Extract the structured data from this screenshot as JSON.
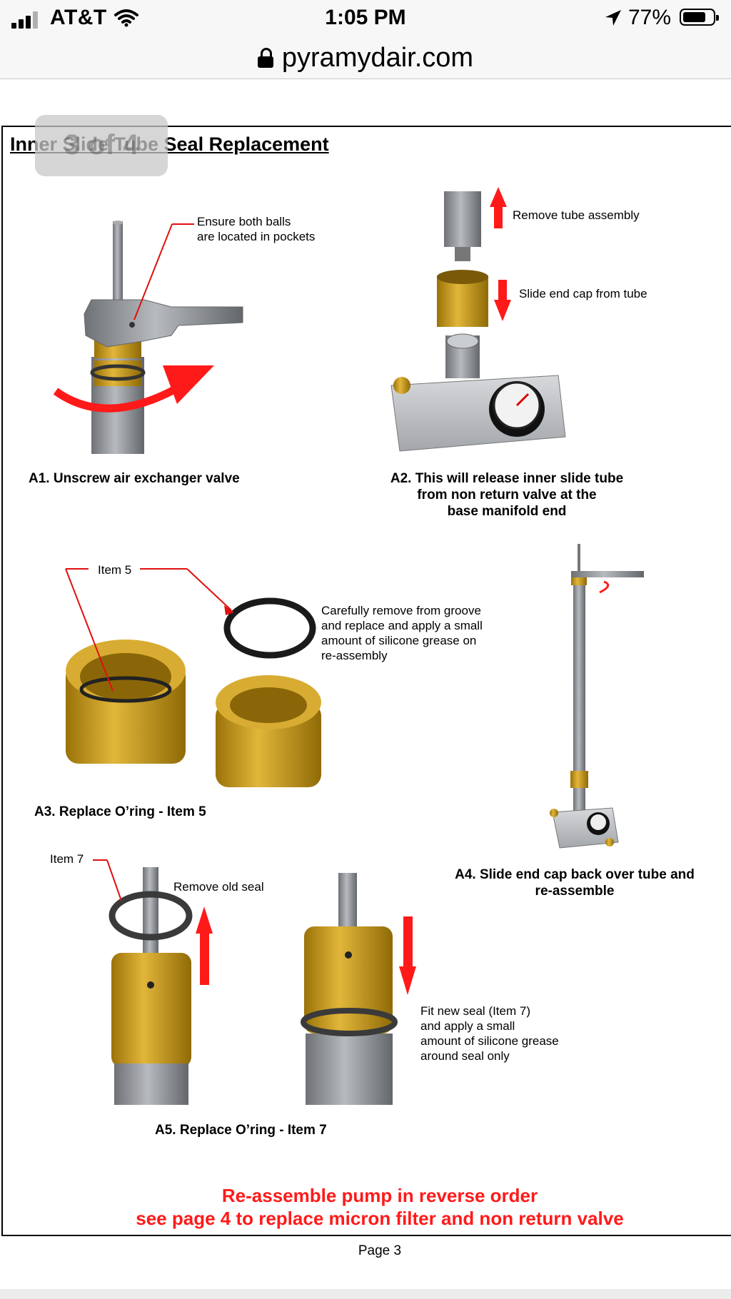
{
  "status_bar": {
    "carrier": "AT&T",
    "time": "1:05 PM",
    "battery": "77%",
    "battery_level": 0.77,
    "icons": [
      "signal-icon",
      "wifi-icon",
      "location-arrow-icon",
      "battery-icon"
    ]
  },
  "url_bar": {
    "domain": "pyramydair.com",
    "icon": "lock-icon"
  },
  "slide_indicator": "3 of 4",
  "document": {
    "title": "Inner Slide Tube Seal Replacement",
    "labels": {
      "ensure_balls": [
        "Ensure both balls",
        "are located in pockets"
      ],
      "remove_tube": "Remove tube assembly",
      "slide_end_cap": "Slide end cap from tube",
      "item5": "Item 5",
      "carefully_remove": [
        "Carefully remove from groove",
        "and replace and apply a small",
        "amount of silicone grease on",
        "re-assembly"
      ],
      "item7": "Item 7",
      "remove_old_seal": "Remove old seal",
      "fit_new_seal": [
        "Fit new seal (Item 7)",
        "and apply a small",
        "amount of silicone grease",
        "around seal only"
      ]
    },
    "captions": {
      "a1": "A1. Unscrew air exchanger valve",
      "a2": [
        "A2. This will release inner slide tube",
        "from non return valve at the",
        "base manifold end"
      ],
      "a3": "A3. Replace O’ring - Item 5",
      "a4": [
        "A4. Slide end cap back over tube and",
        "re-assemble"
      ],
      "a5": "A5. Replace O’ring - Item 7"
    },
    "footer_red": [
      "Re-assemble pump in reverse order",
      "see page 4 to replace micron filter and non return valve"
    ],
    "page_number": "Page 3",
    "colors": {
      "brass": "#c89a1a",
      "steel": "#8a8d92",
      "arrow_red": "#ff1a1a",
      "footer_red": "#ff1a1a"
    }
  }
}
